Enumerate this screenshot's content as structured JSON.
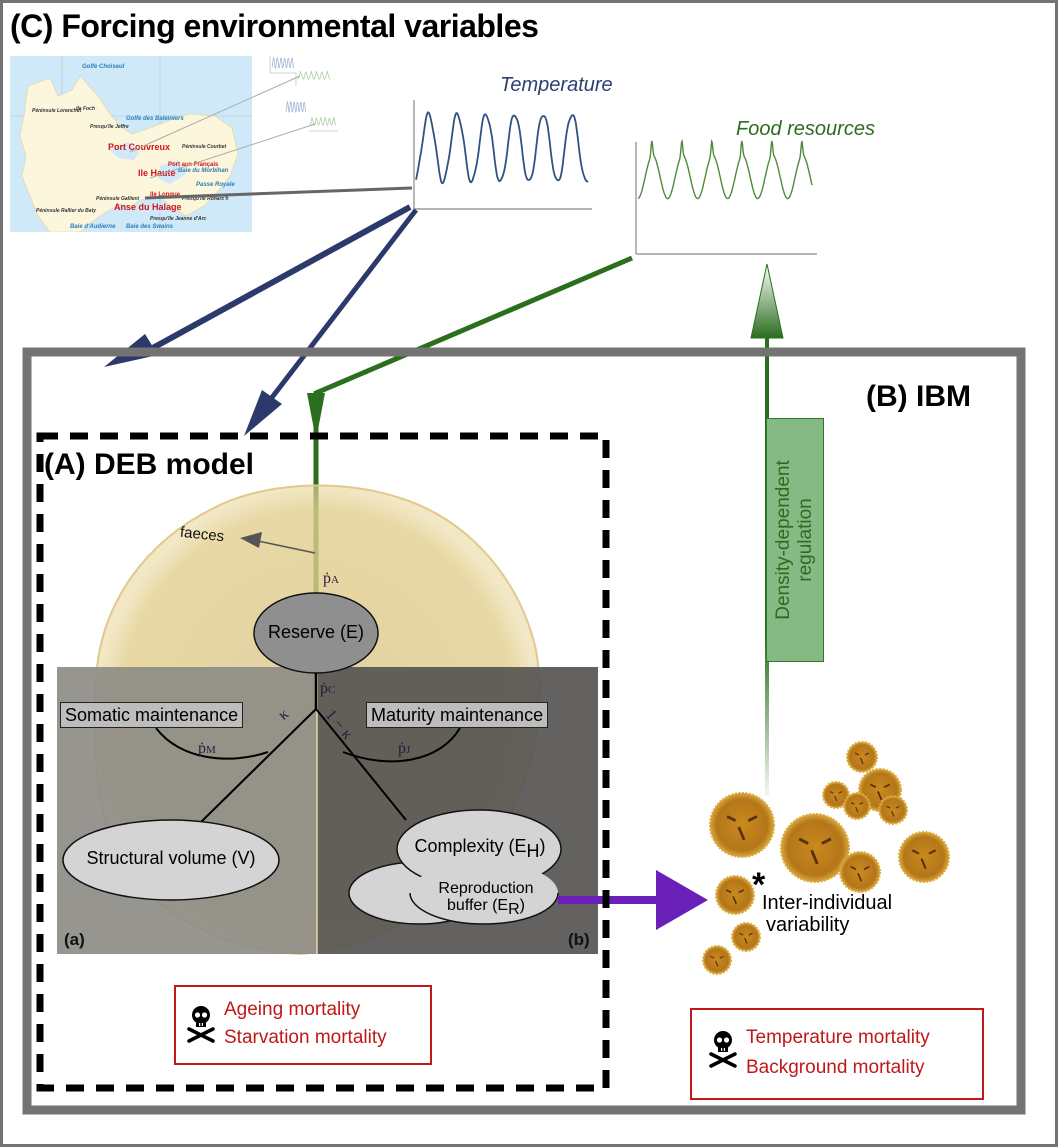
{
  "panels": {
    "forcing": {
      "title": "(C) Forcing environmental variables",
      "map": {
        "sea_labels": [
          "Golfe Choiseul",
          "Golfe des Baleiniers",
          "Baie du Morbihan",
          "Passe Royale",
          "Baie d'Audierne",
          "Baie des Swains"
        ],
        "land_labels": [
          "Péninsule Loranchet",
          "Ile Foch",
          "Presqu'île Jeffre",
          "Péninsule Courbet",
          "Péninsule Gallieni",
          "Péninsule Rallier du Baty",
          "Presqu'île Ronarc'h",
          "Presqu'île Jeanne d'Arc"
        ],
        "sites": [
          "Port Couvreux",
          "Ile Haute",
          "Anse du Halage"
        ],
        "small_sites": [
          "Port aux Français",
          "Ile Longue"
        ]
      },
      "series": {
        "temperature": {
          "label": "Temperature",
          "color": "#2e4a7a"
        },
        "food": {
          "label": "Food resources",
          "color": "#4a8a3a"
        }
      }
    },
    "ibm": {
      "title": "(B) IBM",
      "regulation_label_line1": "Density-dependent",
      "regulation_label_line2": "regulation",
      "variability_line1": "Inter-individual",
      "variability_line2": "variability",
      "asterisk": "*",
      "mortality": [
        "Temperature mortality",
        "Background mortality"
      ]
    },
    "deb": {
      "title": "(A) DEB model",
      "faeces": "faeces",
      "reserve": "Reserve (E)",
      "somatic": "Somatic maintenance",
      "maturity": "Maturity maintenance",
      "structural": "Structural volume (V)",
      "complexity": "Complexity (E",
      "complexity_sub": "H",
      "complexity_end": ")",
      "repro_line1": "Reproduction",
      "repro_line2": "buffer (E",
      "repro_sub": "R",
      "repro_end": ")",
      "flux_assim": "ṗ",
      "flux_assim_sub": "A",
      "flux_cat": "ṗ",
      "flux_cat_sub": "C",
      "flux_som": "ṗ",
      "flux_som_sub": "M",
      "flux_mat": "ṗ",
      "flux_mat_sub": "J",
      "kappa": "κ",
      "one_minus_kappa": "1 − κ",
      "panel_a": "(a)",
      "panel_b": "(b)",
      "mortality": [
        "Ageing mortality",
        "Starvation mortality"
      ]
    }
  },
  "colors": {
    "temperature_arrow": "#2b3a6b",
    "food_arrow": "#2a6e1e",
    "reproduction_arrow": "#6a1fb8",
    "mortality": "#c01818",
    "frame": "#737373"
  },
  "icons": {
    "mortality": "skull-crossbones-icon"
  }
}
